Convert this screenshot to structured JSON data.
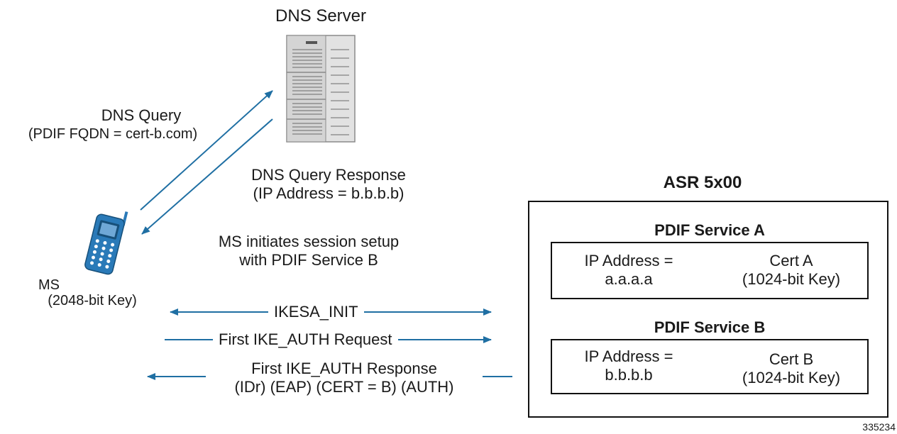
{
  "dns_server": {
    "title": "DNS Server"
  },
  "dns_query": {
    "line1": "DNS Query",
    "line2": "(PDIF FQDN = cert-b.com)"
  },
  "dns_response": {
    "line1": "DNS Query Response",
    "line2": "(IP Address = b.b.b.b)"
  },
  "session_note": {
    "line1": "MS initiates session setup",
    "line2": "with PDIF Service B"
  },
  "ms": {
    "line1": "MS",
    "line2": "(2048-bit Key)"
  },
  "flows": {
    "ikesa_init": "IKESA_INIT",
    "auth_request": "First IKE_AUTH Request",
    "auth_response_line1": "First IKE_AUTH Response",
    "auth_response_line2": "(IDr) (EAP) (CERT = B) (AUTH)"
  },
  "asr": {
    "title": "ASR 5x00",
    "service_a": {
      "title": "PDIF Service A",
      "ip_line1": "IP Address =",
      "ip_line2": "a.a.a.a",
      "cert_line1": "Cert A",
      "cert_line2": "(1024-bit Key)"
    },
    "service_b": {
      "title": "PDIF Service B",
      "ip_line1": "IP Address =",
      "ip_line2": "b.b.b.b",
      "cert_line1": "Cert B",
      "cert_line2": "(1024-bit Key)"
    }
  },
  "figure_id": "335234",
  "colors": {
    "arrow": "#1f6fa3",
    "phone": "#2a7ab8",
    "server": "#d9d9d9"
  }
}
